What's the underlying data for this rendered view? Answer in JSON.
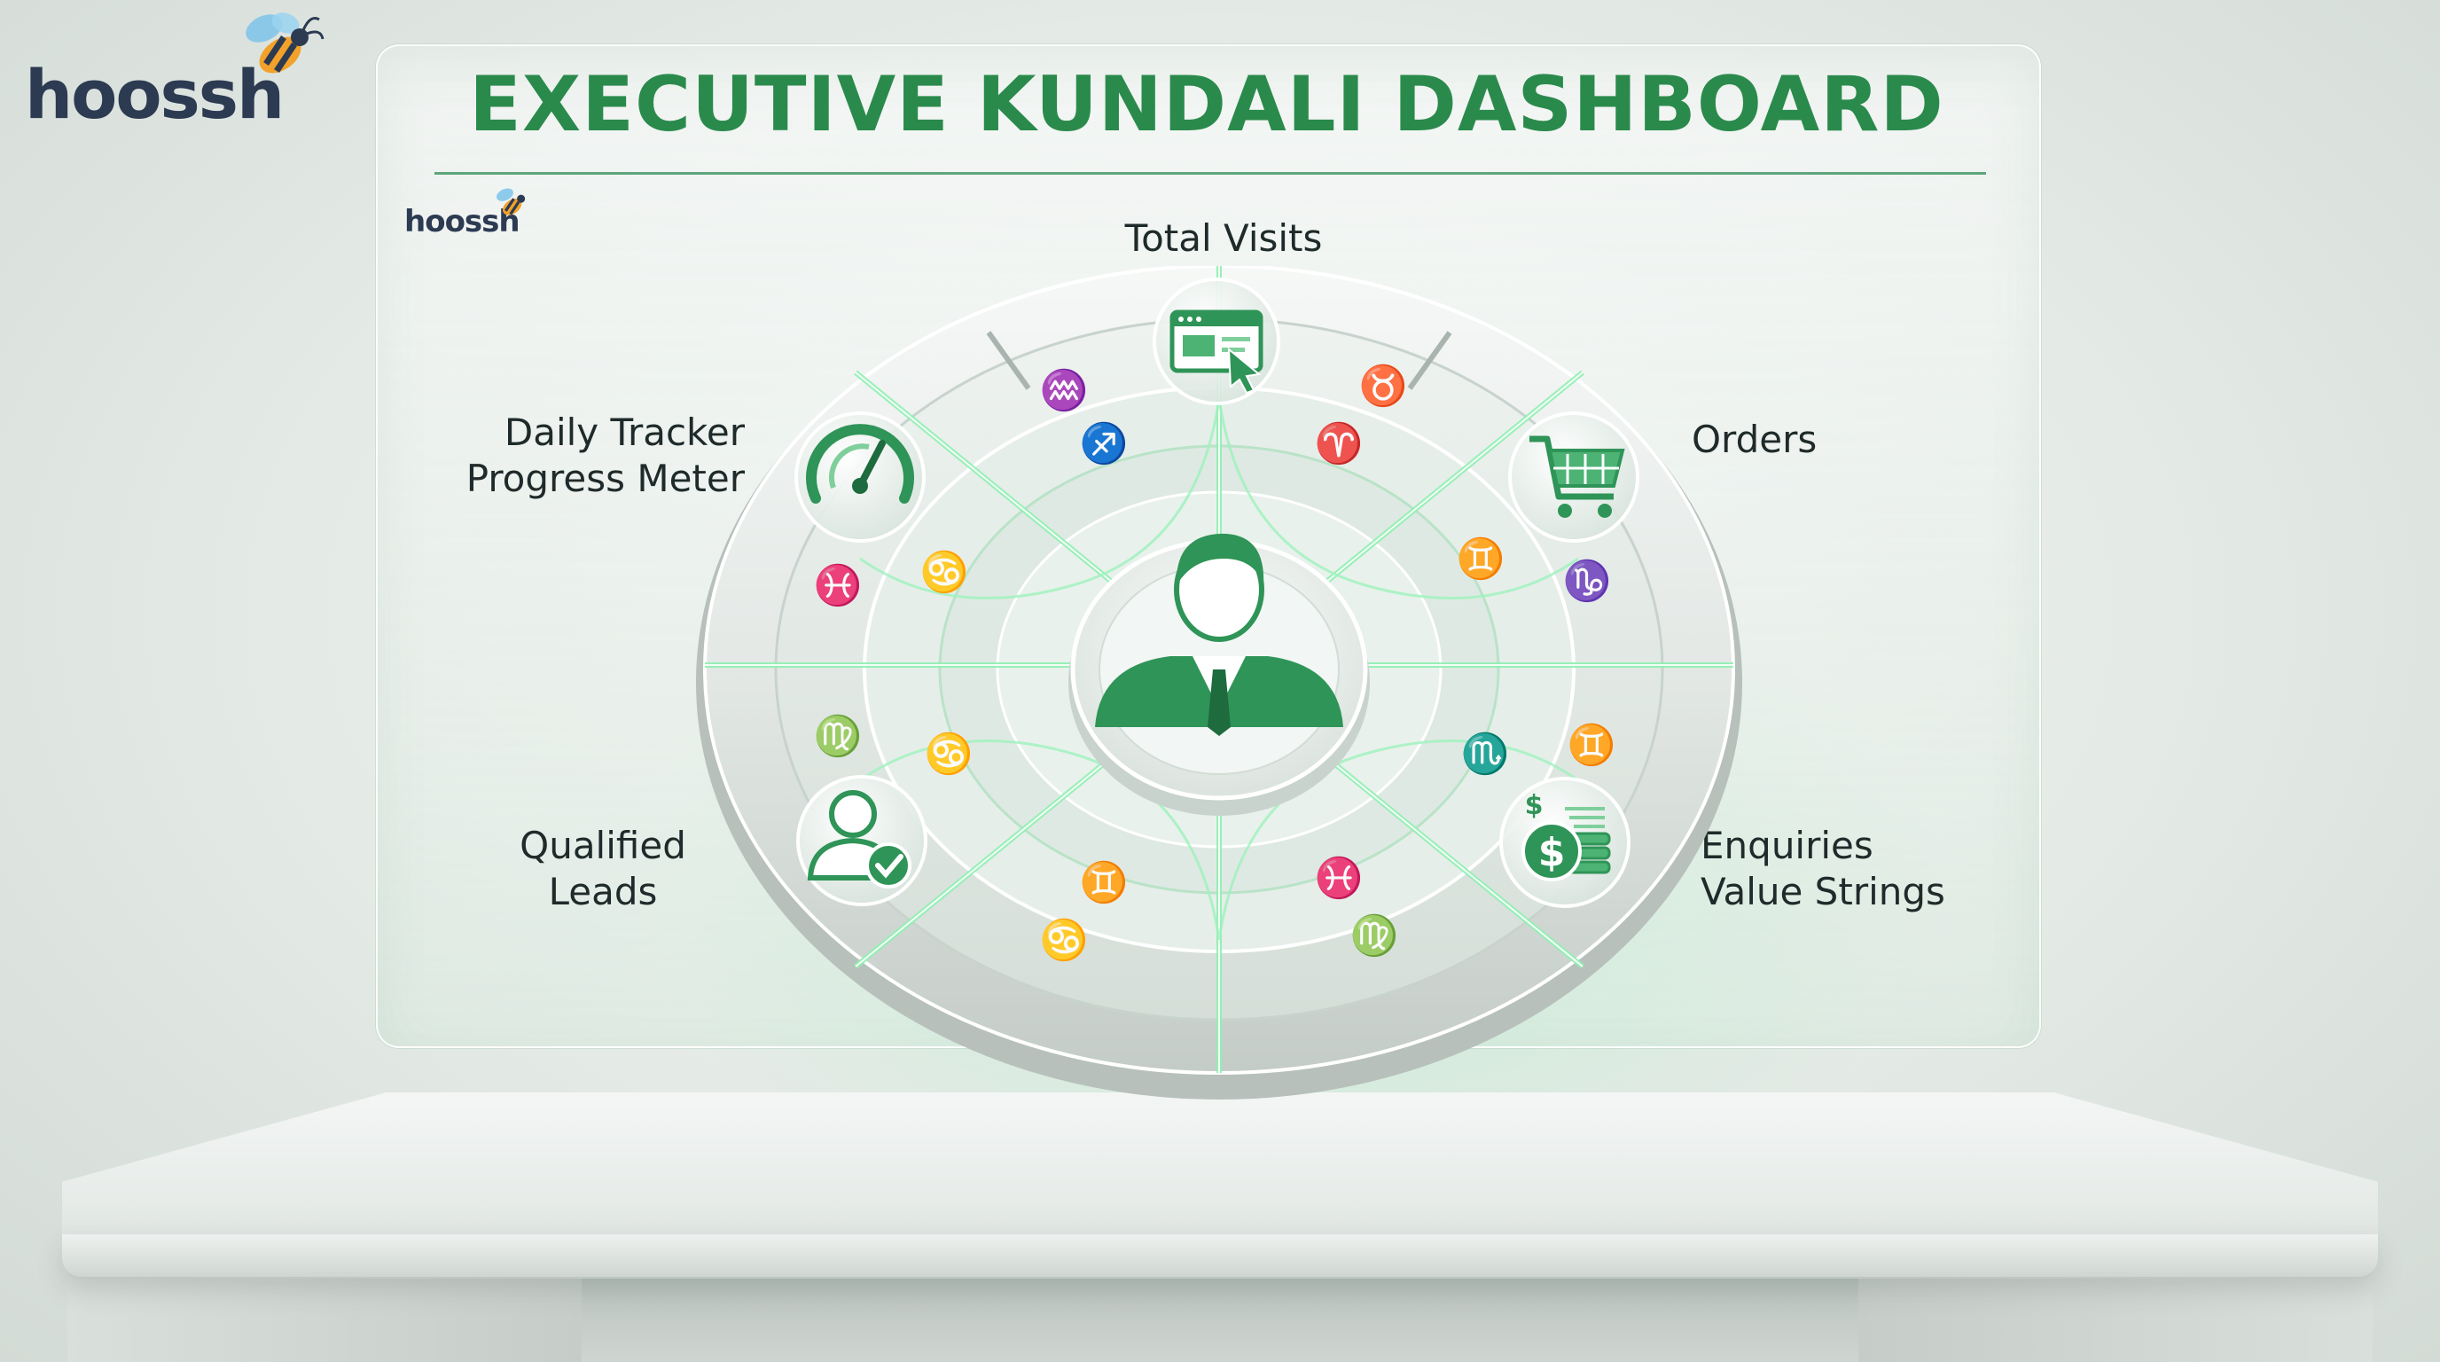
{
  "brand": {
    "name": "hoossh"
  },
  "dashboard": {
    "title": "EXECUTIVE KUNDALI DASHBOARD",
    "center_icon": "executive-person-icon",
    "metrics": [
      {
        "label": "Total Visits",
        "icon": "browser-cursor-icon"
      },
      {
        "label_lines": [
          "Daily Tracker",
          "Progress Meter"
        ],
        "icon": "speedometer-gauge-icon"
      },
      {
        "label": "Orders",
        "icon": "shopping-cart-icon"
      },
      {
        "label_lines": [
          "Qualified",
          "Leads"
        ],
        "icon": "user-check-icon"
      },
      {
        "label_lines": [
          "Enquiries",
          "Value Strings"
        ],
        "icon": "dollar-coins-icon"
      }
    ],
    "zodiac_glyphs": [
      "♒",
      "♉",
      "♐",
      "♈",
      "♊",
      "♑",
      "♓",
      "♋",
      "♍",
      "♊",
      "♋",
      "♏",
      "♊",
      "♓",
      "♋",
      "♍"
    ],
    "colors": {
      "accent": "#2a8a4c",
      "glow": "#7de3a3",
      "text": "#1f2a2a",
      "brand": "#2c3a52"
    }
  }
}
